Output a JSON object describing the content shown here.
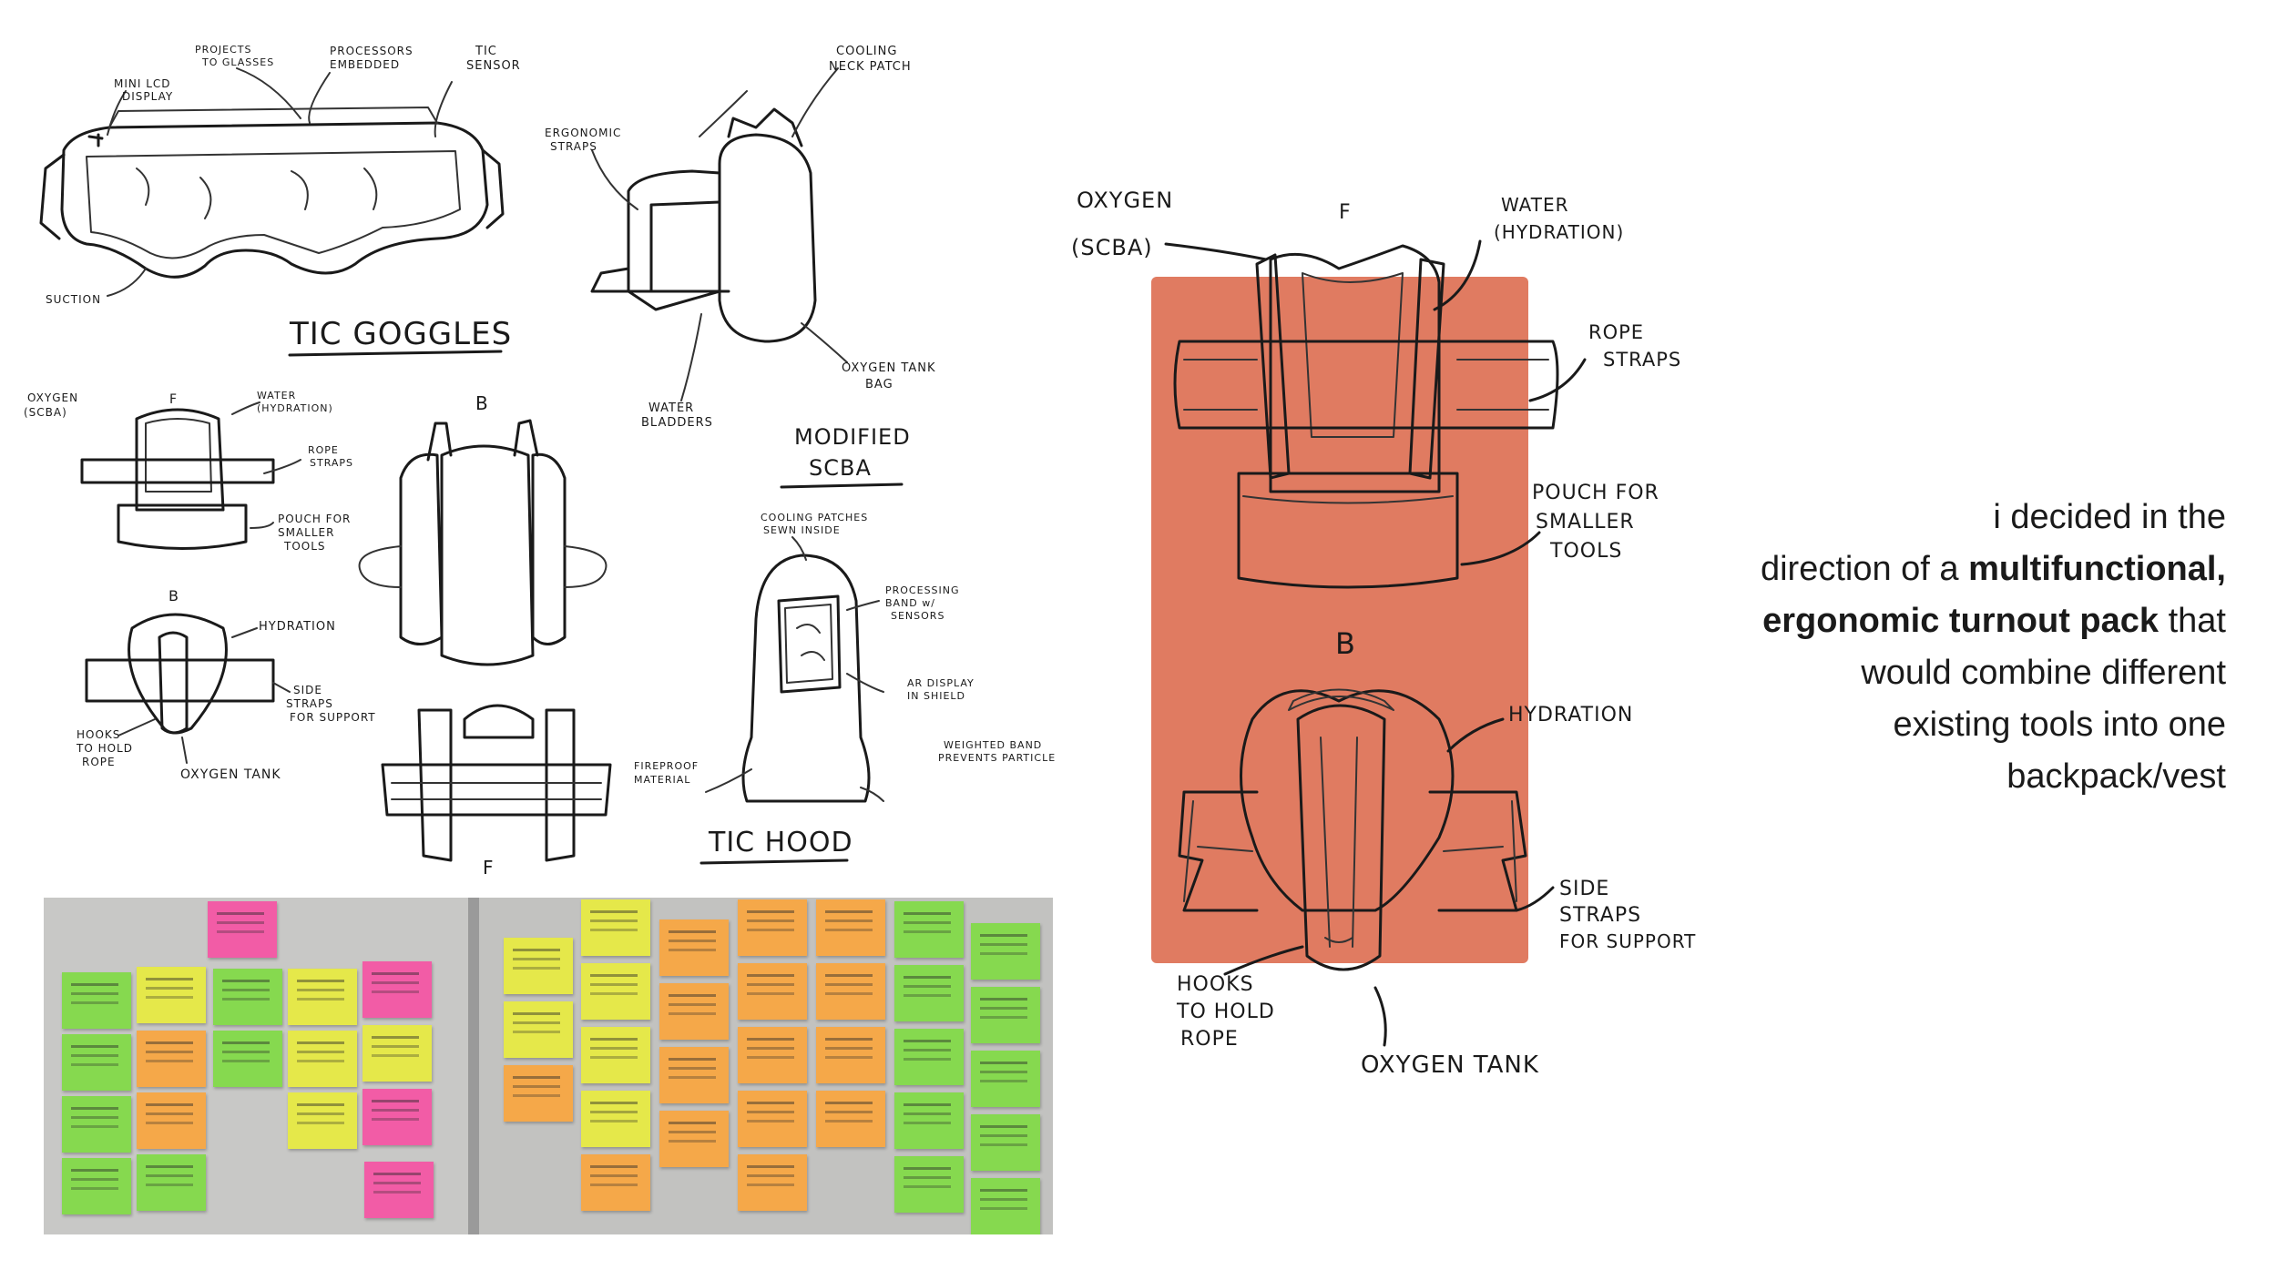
{
  "labels": {
    "goggles": {
      "title": "TIC GOGGLES",
      "mini_lcd": "MINI LCD",
      "display": "DISPLAY",
      "projects1": "PROJECTS",
      "projects2": "TO GLASSES",
      "processors1": "PROCESSORS",
      "processors2": "EMBEDDED",
      "tic1": "TIC",
      "tic2": "SENSOR",
      "suction": "SUCTION"
    },
    "scba": {
      "title1": "MODIFIED",
      "title2": "SCBA",
      "cooling1": "COOLING",
      "cooling2": "NECK PATCH",
      "ergo1": "ERGONOMIC",
      "ergo2": "STRAPS",
      "water1": "WATER",
      "water2": "BLADDERS",
      "oxy1": "OXYGEN TANK",
      "oxy2": "BAG"
    },
    "small_pack": {
      "f": "F",
      "b": "B",
      "oxygen1": "OXYGEN",
      "oxygen2": "(SCBA)",
      "water1": "WATER",
      "water2": "(HYDRATION)",
      "rope1": "ROPE",
      "rope2": "STRAPS",
      "pouch1": "POUCH FOR",
      "pouch2": "SMALLER",
      "pouch3": "TOOLS",
      "hydration": "HYDRATION",
      "side1": "SIDE",
      "side2": "STRAPS",
      "side3": "FOR SUPPORT",
      "hooks1": "HOOKS",
      "hooks2": "TO HOLD",
      "hooks3": "ROPE",
      "oxygen_tank": "OXYGEN TANK"
    },
    "middle": {
      "b": "B",
      "f": "F"
    },
    "hood": {
      "title": "TIC HOOD",
      "cooling1": "COOLING PATCHES",
      "cooling2": "SEWN INSIDE",
      "processing1": "PROCESSING",
      "processing2": "BAND w/",
      "processing3": "SENSORS",
      "ar1": "AR DISPLAY",
      "ar2": "IN SHIELD",
      "fire1": "FIREPROOF",
      "fire2": "MATERIAL",
      "weighted1": "WEIGHTED BAND",
      "weighted2": "PREVENTS PARTICLE"
    },
    "big_pack": {
      "f": "F",
      "b": "B",
      "oxygen1": "OXYGEN",
      "oxygen2": "(SCBA)",
      "water1": "WATER",
      "water2": "(HYDRATION)",
      "rope1": "ROPE",
      "rope2": "STRAPS",
      "pouch1": "POUCH FOR",
      "pouch2": "SMALLER",
      "pouch3": "TOOLS",
      "hydration": "HYDRATION",
      "side1": "SIDE",
      "side2": "STRAPS",
      "side3": "FOR SUPPORT",
      "hooks1": "HOOKS",
      "hooks2": "TO HOLD",
      "hooks3": "ROPE",
      "oxygen_tank": "OXYGEN TANK"
    }
  },
  "description": {
    "line1": "i decided in the",
    "line2a": "direction of a ",
    "line2b": "multifunctional,",
    "line3a": "ergonomic turnout pack",
    "line3b": " that",
    "line4": "would combine different",
    "line5": "existing tools into one",
    "line6": "backpack/vest"
  },
  "colors": {
    "accent": "#e07b61",
    "ink": "#1a1a1a",
    "sticky_green": "#86d94f",
    "sticky_yellow": "#e5e84a",
    "sticky_orange": "#f5a849",
    "sticky_pink": "#f25ca6"
  }
}
